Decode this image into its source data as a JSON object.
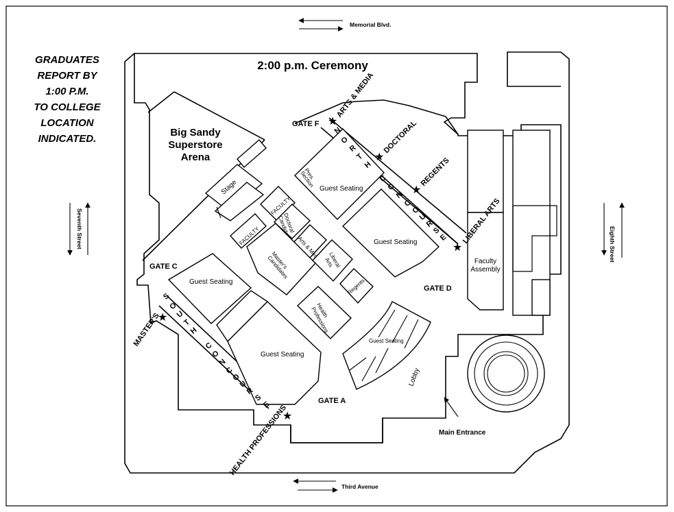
{
  "map_title": "2:00 p.m. Ceremony",
  "instructions": [
    "GRADUATES",
    "REPORT BY",
    "1:00 P.M.",
    "TO COLLEGE",
    "LOCATION",
    "INDICATED."
  ],
  "arena_name": [
    "Big Sandy",
    "Superstore",
    "Arena"
  ],
  "streets": {
    "north": "Memorial Blvd.",
    "south": "Third Avenue",
    "west": "Seventh Street",
    "east": "Eighth Street"
  },
  "gates": {
    "a": "GATE A",
    "c": "GATE C",
    "d": "GATE D",
    "f": "GATE F"
  },
  "concourses": {
    "north": [
      "N",
      "O",
      "R",
      "T",
      "H",
      "C",
      "O",
      "N",
      "C",
      "O",
      "U",
      "R",
      "S",
      "E"
    ],
    "south": [
      "S",
      "O",
      "U",
      "T",
      "H",
      "C",
      "O",
      "N",
      "C",
      "O",
      "U",
      "R",
      "S",
      "E"
    ]
  },
  "colleges": {
    "arts_media": "ARTS & MEDIA",
    "doctoral": "DOCTORAL",
    "regents": "REGENTS",
    "liberal_arts": "LIBERAL ARTS",
    "masters": "MASTER'S",
    "health_professions": "HEALTH PROFESSIONS"
  },
  "sections": {
    "stage": "Stage",
    "pres_section": [
      "Pres.",
      "Section"
    ],
    "guest_seating": "Guest Seating",
    "faculty": "FACULTY",
    "doctoral_candidates": [
      "Doctoral",
      "Candidates"
    ],
    "arts_media": "Arts & Media",
    "masters_candidates": [
      "Master's",
      "Candidates"
    ],
    "liberal_arts": [
      "Liberal",
      "Arts"
    ],
    "regents": "Regents",
    "health_professions": [
      "Health",
      "Professions"
    ],
    "lobby": "Lobby",
    "faculty_assembly": [
      "Faculty",
      "Assembly"
    ]
  },
  "main_entrance": "Main Entrance",
  "icons": {
    "star": "star-icon",
    "arrow": "arrow-icon"
  }
}
